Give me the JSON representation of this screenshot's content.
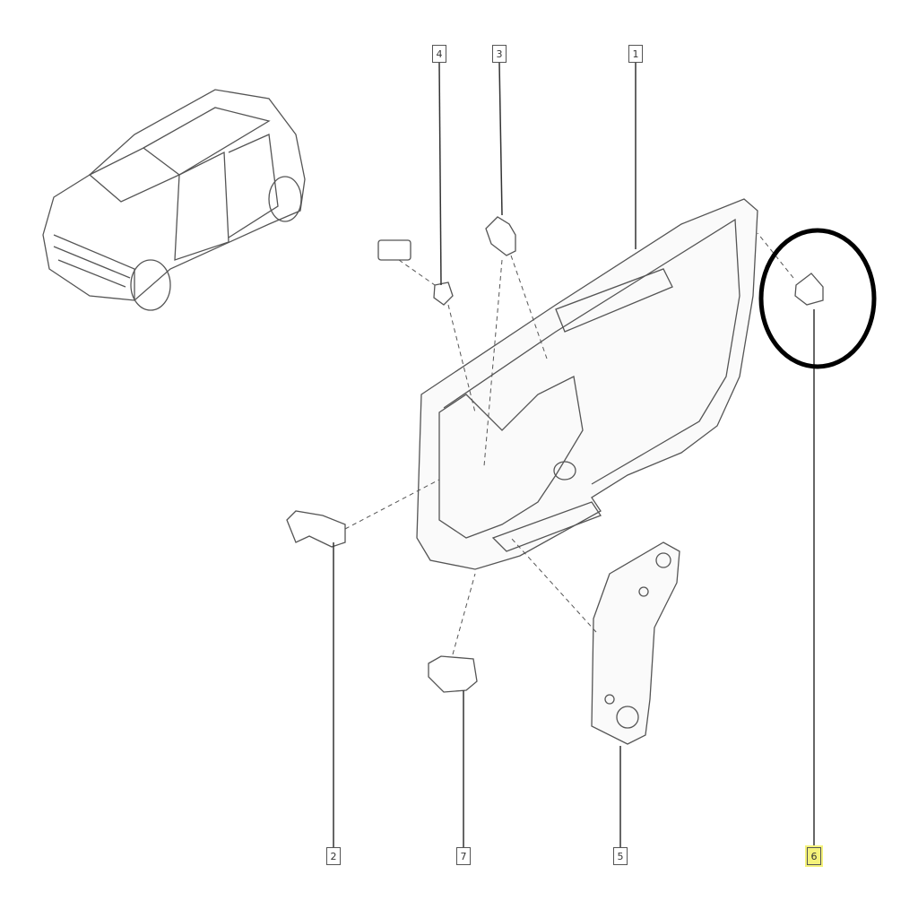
{
  "callouts": {
    "p1": "1",
    "p2": "2",
    "p3": "3",
    "p4": "4",
    "p5": "5",
    "p6": "6",
    "p7": "7"
  },
  "highlight_color": "#f4f27a",
  "selected_callout": "6"
}
